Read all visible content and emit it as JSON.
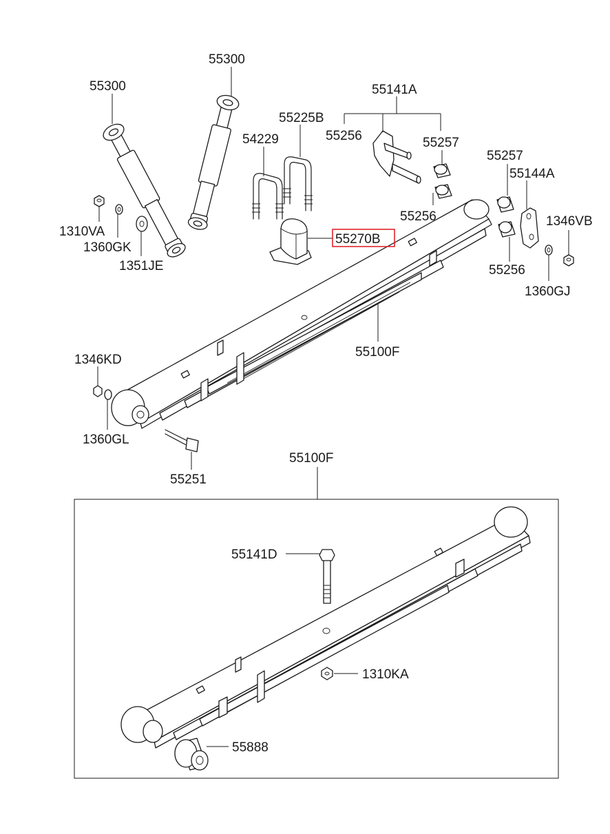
{
  "labels": {
    "shock_left": "55300",
    "shock_right": "55300",
    "u_bolt_a": "55225B",
    "u_bolt_b": "54229",
    "bracket_assy": "55141A",
    "bushing_56_top": "55256",
    "bushing_57_top": "55257",
    "bushing_56_mid": "55256",
    "bushing_57_right": "55257",
    "shackle": "55144A",
    "bolt_1346vb": "1346VB",
    "bushing_56_right": "55256",
    "washer_1360gj": "1360GJ",
    "highlighted": "55270B",
    "nut_1310va": "1310VA",
    "washer_1360gk": "1360GK",
    "washer_1351je": "1351JE",
    "spring_top": "55100F",
    "nut_1346kd": "1346KD",
    "washer_1360gl": "1360GL",
    "bolt_55251": "55251",
    "spring_box": "55100F",
    "center_bolt": "55141D",
    "nut_1310ka": "1310KA",
    "eye_bushing": "55888"
  },
  "colors": {
    "line": "#1a1a1a",
    "highlight_box": "#e0242b",
    "background": "#ffffff"
  }
}
